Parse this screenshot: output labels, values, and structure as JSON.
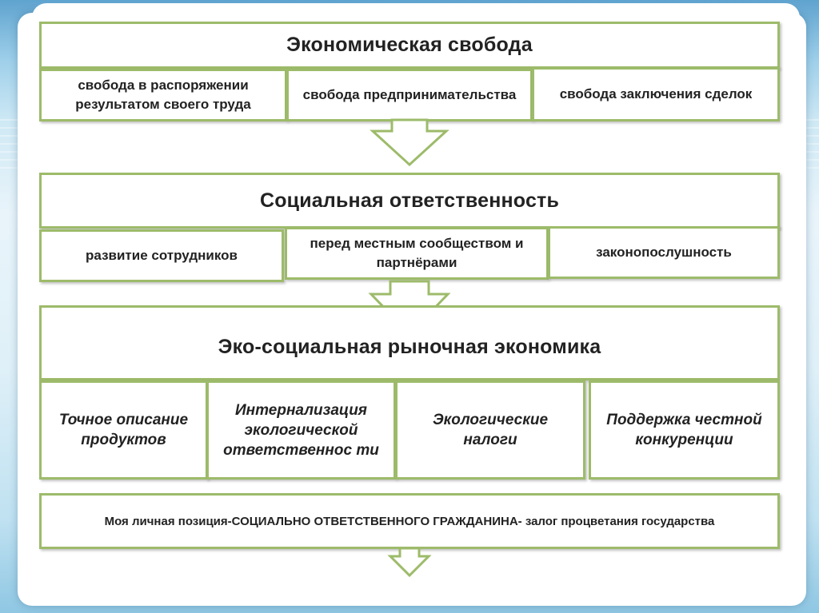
{
  "sections": [
    {
      "title": "Экономическая свобода",
      "items": [
        "свобода в распоряжении результатом своего труда",
        "свобода предпринимательства",
        "свобода заключения сделок"
      ]
    },
    {
      "title": "Социальная ответственность",
      "items": [
        "развитие сотрудников",
        "перед местным сообществом и партнёрами",
        "законопослушность"
      ]
    },
    {
      "title": "Эко-социальная рыночная экономика",
      "items": [
        "Точное описание продуктов",
        "Интернализация экологической ответственнос ти",
        "Экологические налоги",
        "Поддержка честной конкуренции"
      ]
    }
  ],
  "footer": {
    "prefix": "Моя личная позиция- ",
    "emphasis": "СОЦИАЛЬНО ОТВЕТСТВЕННОГО ГРАЖДАНИНА",
    "suffix": "- залог процветания государства"
  },
  "colors": {
    "border": "#9dbb6a",
    "arrow_fill": "#ffffff",
    "panel": "#ffffff"
  }
}
